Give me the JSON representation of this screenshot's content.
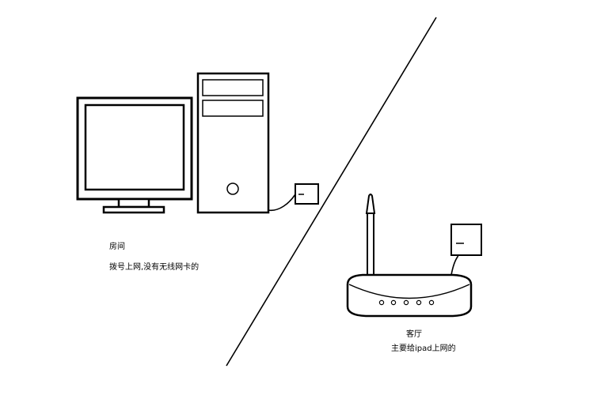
{
  "room": {
    "title": "房间",
    "note": "拨号上网,没有无线网卡的"
  },
  "living_room": {
    "title": "客厅",
    "note": "主要给ipad上网的"
  },
  "colors": {
    "stroke": "#000000",
    "background": "#ffffff",
    "screen_fill": "#ffffff"
  },
  "icons": [
    "monitor-icon",
    "pc-tower-icon",
    "wall-socket-icon",
    "wireless-router-icon",
    "antenna-icon"
  ]
}
